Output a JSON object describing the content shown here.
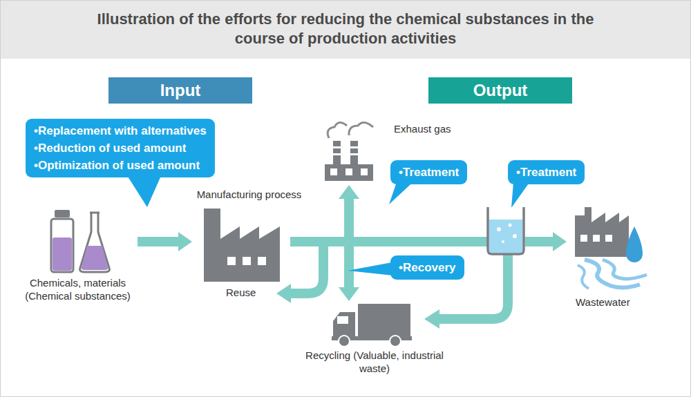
{
  "diagram": {
    "title": "Illustration of the efforts for reducing the chemical substances in the course of production activities",
    "nodes": [
      {
        "text": [
          "Input"
        ]
      },
      {
        "text": [
          "Output"
        ]
      },
      {
        "text": [
          "•Replacement with alternatives",
          "•Reduction of used amount",
          "•Optimization of used amount"
        ]
      },
      {
        "text": [
          "•Treatment"
        ]
      },
      {
        "text": [
          "•Treatment"
        ]
      },
      {
        "text": [
          "Chemicals, materials (Chemical substances)"
        ]
      },
      {
        "text": [
          "Manufacturing process"
        ]
      },
      {
        "text": [
          "•Recovery"
        ]
      }
    ],
    "edges": [
      {
        "from": 5,
        "to": 6,
        "arrow": "to"
      }
    ],
    "labels": [
      "Exhaust gas",
      "Reuse",
      "Wastewater",
      "Recycling (Valuable, industrial waste)"
    ]
  }
}
